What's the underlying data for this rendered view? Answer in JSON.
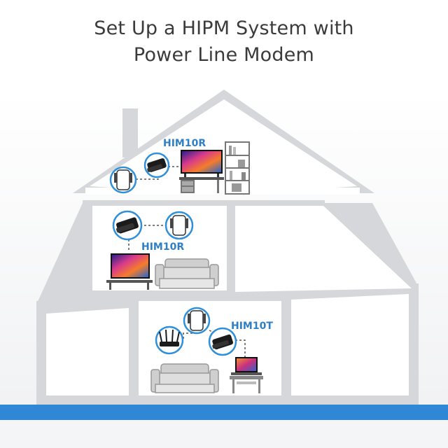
{
  "title": {
    "line1": "Set Up a HIPM System with",
    "line2": "Power Line Modem"
  },
  "labels": {
    "attic_receiver": "HIM10R",
    "middle_receiver": "HIM10R",
    "ground_transmitter": "HIM10T"
  },
  "colors": {
    "house_fill": "#d5d7da",
    "room_fill": "#ffffff",
    "ground_bar": "#2f87d6",
    "label": "#2f7fc6",
    "connector": "#2f8fd8",
    "link_dash": "#555555"
  },
  "icons": [
    "power-line-modem-icon",
    "power-adapter-icon",
    "router-icon",
    "tv-icon",
    "laptop-icon",
    "sofa-icon",
    "shelf-icon"
  ]
}
